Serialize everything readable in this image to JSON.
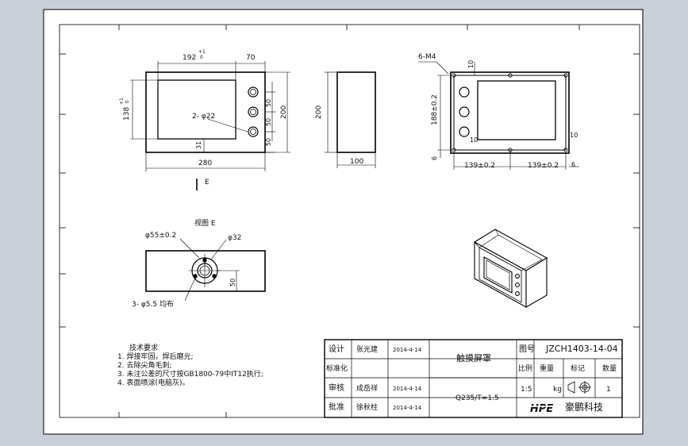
{
  "views": {
    "front": {
      "dims": {
        "width_top": "192",
        "tol_top": "+1\n0",
        "right_top": "70",
        "left_side": "138",
        "left_tol": "+1\n0",
        "hole_label": "2- φ22",
        "r1": "50",
        "r2": "50",
        "r3": "50",
        "total_h": "200",
        "bottom_gap": "31",
        "width": "280"
      }
    },
    "side": {
      "height": "200",
      "width": "100"
    },
    "back": {
      "thread_label": "6-M4",
      "dims": {
        "top_small": "10",
        "left_h": "188±0.2",
        "small_10a": "10",
        "small_10b": "10",
        "bottom_6": "6",
        "half1": "139±0.2",
        "half2": "139±0.2",
        "right_6": "6"
      }
    },
    "section_marker": "E",
    "view_e": {
      "title": "视图 E",
      "dia_big": "φ55±0.2",
      "dia_small": "φ32",
      "height": "50",
      "holes": "3- φ5.5 均布"
    }
  },
  "tech_requirements": {
    "title": "技术要求",
    "items": [
      "1. 焊接牢固，焊后磨光;",
      "2. 去除尖角毛刺;",
      "3. 未注公差的尺寸按GB1800-79中IT12执行;",
      "4. 表面喷涂(电脑灰)。"
    ]
  },
  "title_block": {
    "design_label": "设计",
    "design_name": "张光建",
    "design_date": "2014-4-14",
    "std_label": "标准化",
    "review_label": "审核",
    "review_name": "成岳祥",
    "review_date": "2014-4-14",
    "approve_label": "批准",
    "approve_name": "徐秋柱",
    "approve_date": "2014-4-14",
    "part_name": "触摸屏罩",
    "material": "Q235/T=1.5",
    "drawing_no_label": "图号",
    "drawing_no": "JZCH1403-14-04",
    "scale_label": "比例",
    "weight_label": "重量",
    "mark_label": "标记",
    "qty_label": "数量",
    "scale": "1:5",
    "weight_unit": "kg",
    "qty": "1",
    "company": "豪鹏科技",
    "logo_text": "HPE"
  }
}
